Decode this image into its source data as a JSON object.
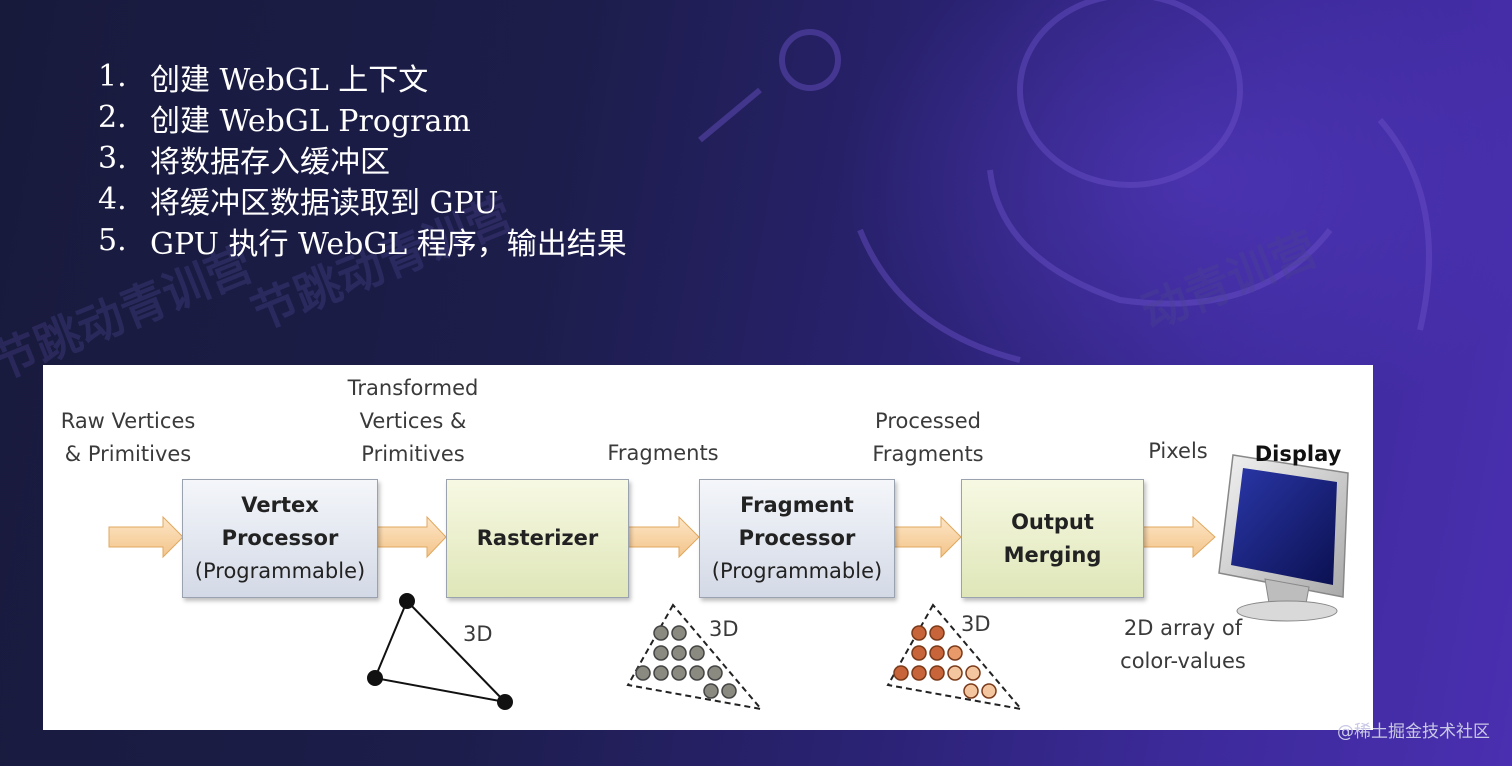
{
  "steps": [
    {
      "num": "1.",
      "text": "创建 WebGL 上下文"
    },
    {
      "num": "2.",
      "text": "创建 WebGL Program"
    },
    {
      "num": "3.",
      "text": "将数据存入缓冲区"
    },
    {
      "num": "4.",
      "text": "将缓冲区数据读取到 GPU"
    },
    {
      "num": "5.",
      "text": "GPU 执行 WebGL 程序，输出结果"
    }
  ],
  "diagram": {
    "raw_line1": "Raw Vertices",
    "raw_line2": "& Primitives",
    "transformed_line1": "Transformed",
    "transformed_line2": "Vertices &",
    "transformed_line3": "Primitives",
    "fragments": "Fragments",
    "processed_line1": "Processed",
    "processed_line2": "Fragments",
    "pixels": "Pixels",
    "display": "Display",
    "vertex_title1": "Vertex",
    "vertex_title2": "Processor",
    "vertex_sub": "(Programmable)",
    "rasterizer": "Rasterizer",
    "fragment_title1": "Fragment",
    "fragment_title2": "Processor",
    "fragment_sub": "(Programmable)",
    "output_title1": "Output",
    "output_title2": "Merging",
    "label_3d_a": "3D",
    "label_3d_b": "3D",
    "label_3d_c": "3D",
    "array_line1": "2D array of",
    "array_line2": "color-values"
  },
  "watermark": "@稀土掘金技术社区",
  "colors": {
    "arrow_fill": "#fbd8a8",
    "box_blue": "#d3d9e6",
    "box_green": "#dfe6b8",
    "dot_gray": "#8a8a80",
    "dot_orange_dark": "#c8643a",
    "dot_orange_light": "#f4c6a0"
  }
}
